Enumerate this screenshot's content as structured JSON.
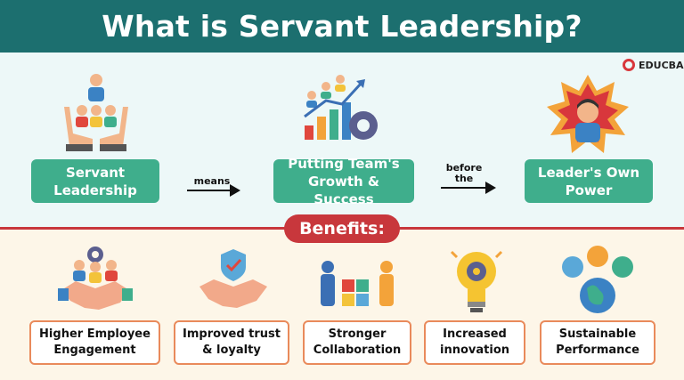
{
  "title": "What is Servant Leadership?",
  "logo": {
    "text": "EDUCBA",
    "icon": "educba-logo-icon"
  },
  "flow": {
    "step1": "Servant Leadership",
    "connector1": "means",
    "step2": "Putting Team's Growth & Success",
    "connector2": "before the",
    "step3": "Leader's Own Power"
  },
  "benefits_label": "Benefits:",
  "benefits": [
    {
      "label": "Higher Employee Engagement",
      "icon": "team-handshake-icon"
    },
    {
      "label": "Improved trust & loyalty",
      "icon": "shield-handshake-icon"
    },
    {
      "label": "Stronger Collaboration",
      "icon": "puzzle-collaboration-icon"
    },
    {
      "label": "Increased innovation",
      "icon": "lightbulb-gear-icon"
    },
    {
      "label": "Sustainable Performance",
      "icon": "globe-sustainability-icon"
    }
  ],
  "colors": {
    "header": "#1c6f6f",
    "green": "#3fae8c",
    "red": "#c8373c",
    "orange_border": "#e98a5b"
  }
}
